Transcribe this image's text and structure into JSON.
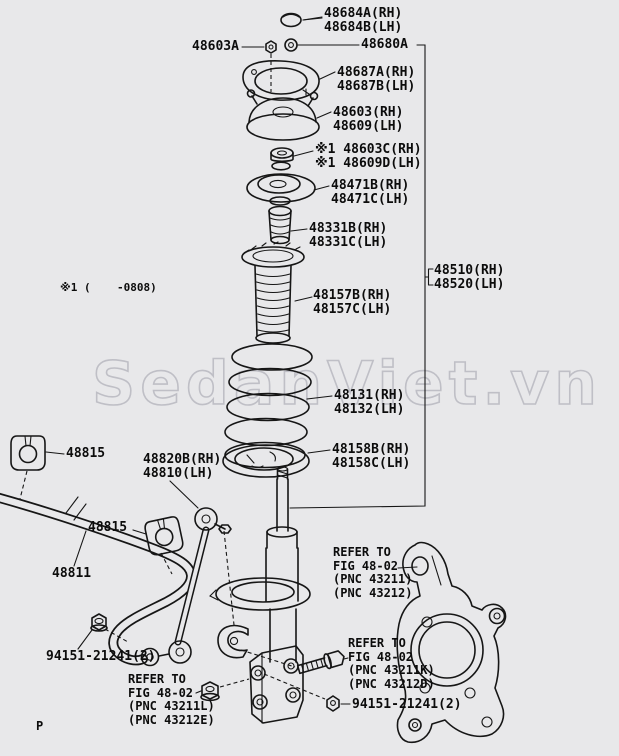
{
  "diagram": {
    "watermark": "SedanViet.vn",
    "page_marker": "P",
    "note": "※1 (    -0808)",
    "colors": {
      "background": "#e8e8ea",
      "line": "#161616",
      "watermark": "#bfbfc6",
      "text": "#0c0c0c"
    },
    "labels": {
      "cap": {
        "line1": "48684A(RH)",
        "line2": "48684B(LH)"
      },
      "nut_top": {
        "line1": "48603A"
      },
      "washer_top": {
        "line1": "48680A"
      },
      "gasket": {
        "line1": "48687A(RH)",
        "line2": "48687B(LH)"
      },
      "support": {
        "line1": "48603(RH)",
        "line2": "48609(LH)"
      },
      "support_nut": {
        "line1": "※1 48603C(RH)",
        "line2": "※1 48609D(LH)"
      },
      "seat_upper": {
        "line1": "48471B(RH)",
        "line2": "48471C(LH)"
      },
      "bump_stop": {
        "line1": "48331B(RH)",
        "line2": "48331C(LH)"
      },
      "absorber_assy": {
        "line1": "48510(RH)",
        "line2": "48520(LH)"
      },
      "boot": {
        "line1": "48157B(RH)",
        "line2": "48157C(LH)"
      },
      "coil_spring": {
        "line1": "48131(RH)",
        "line2": "48132(LH)"
      },
      "insulator_lower": {
        "line1": "48158B(RH)",
        "line2": "48158C(LH)"
      },
      "bushing_1": {
        "line1": "48815"
      },
      "stab_link": {
        "line1": "48820B(RH)",
        "line2": "48810(LH)"
      },
      "bushing_2": {
        "line1": "48815"
      },
      "stab_bar": {
        "line1": "48811"
      },
      "nut_left": {
        "line1": "94151-21241(2)"
      },
      "refer_knuckle": {
        "line1": "REFER TO",
        "line2": "FIG 48-02",
        "line3": "(PNC 43211)",
        "line4": "(PNC 43212)"
      },
      "refer_bottom_left": {
        "line1": "REFER TO",
        "line2": "FIG 48-02",
        "line3": "(PNC 43211L)",
        "line4": "(PNC 43212E)"
      },
      "refer_bottom_right": {
        "line1": "REFER TO",
        "line2": "FIG 48-02",
        "line3": "(PNC 43211K)",
        "line4": "(PNC 43212D)"
      },
      "nut_right": {
        "line1": "94151-21241(2)"
      }
    }
  }
}
